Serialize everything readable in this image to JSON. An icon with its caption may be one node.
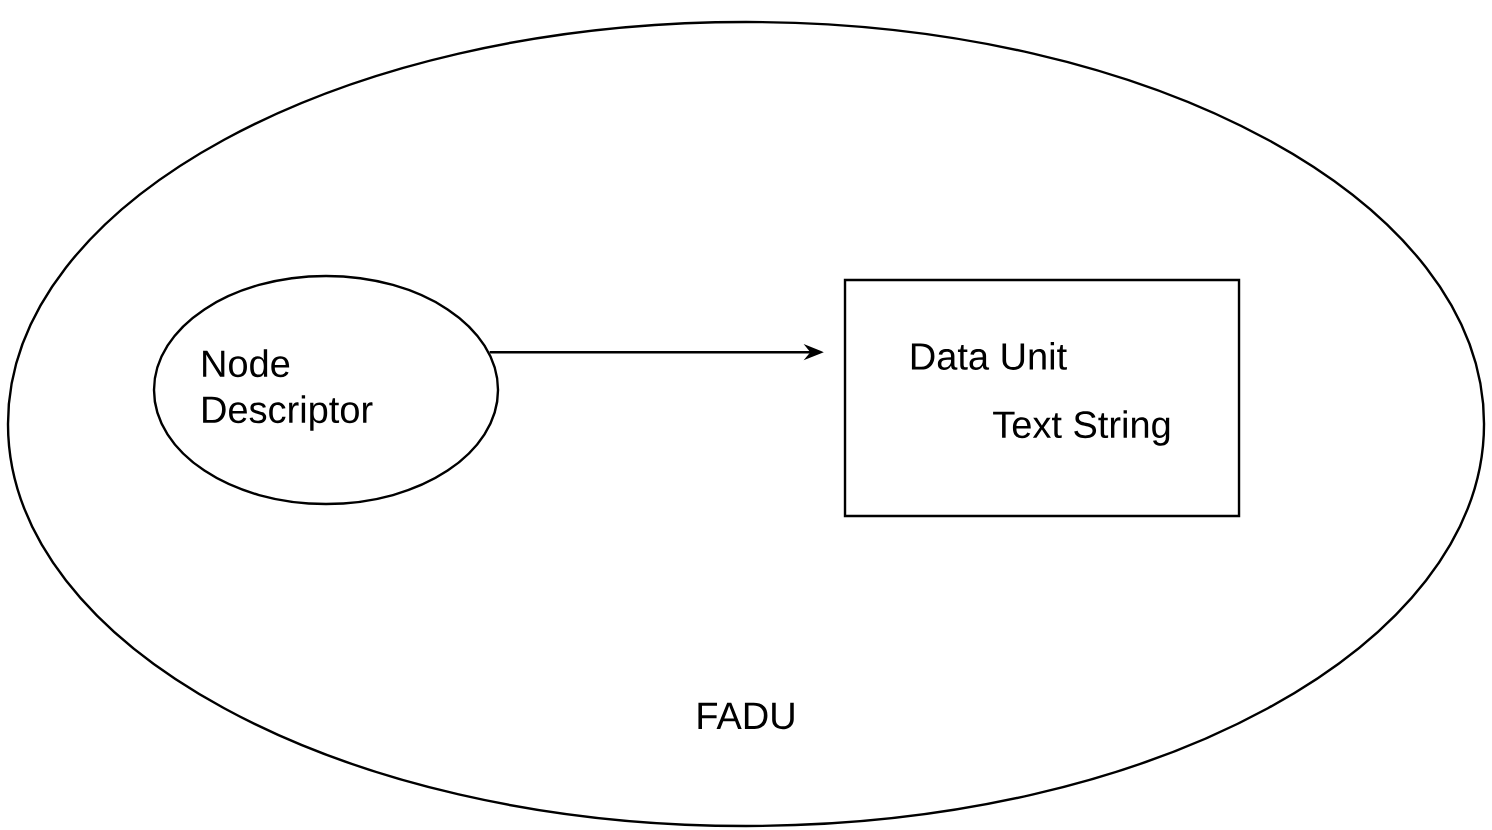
{
  "diagram": {
    "nodes": [
      {
        "text": [
          "FADU"
        ]
      },
      {
        "text": [
          "Node Descriptor"
        ],
        "in": 0
      },
      {
        "text": [
          "Data Unit",
          "Text String"
        ],
        "in": 0
      }
    ],
    "edges": [
      {
        "from": 1,
        "to": 2,
        "arrow": "to"
      }
    ]
  }
}
